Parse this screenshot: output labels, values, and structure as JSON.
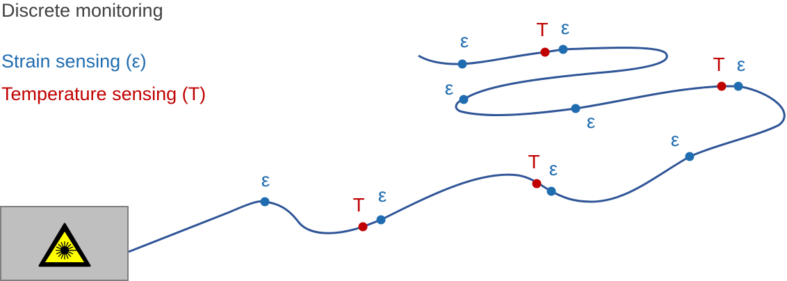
{
  "title": "Discrete monitoring",
  "legend": {
    "strain": "Strain sensing (ε)",
    "temperature": "Temperature sensing (T)"
  },
  "symbols": {
    "strain": "ε",
    "temperature": "T"
  },
  "colors": {
    "strain": "#1f6cb0",
    "temperature": "#c00000",
    "fiber": "#2f5597",
    "laser_box": "#bfbfbf"
  },
  "laser_icon": "laser-warning-icon",
  "sensors": [
    {
      "type": "strain"
    },
    {
      "type": "temperature"
    },
    {
      "type": "strain"
    },
    {
      "type": "temperature"
    },
    {
      "type": "strain"
    },
    {
      "type": "strain"
    },
    {
      "type": "temperature"
    },
    {
      "type": "strain"
    },
    {
      "type": "strain"
    },
    {
      "type": "strain"
    },
    {
      "type": "strain"
    },
    {
      "type": "temperature"
    },
    {
      "type": "strain"
    }
  ]
}
